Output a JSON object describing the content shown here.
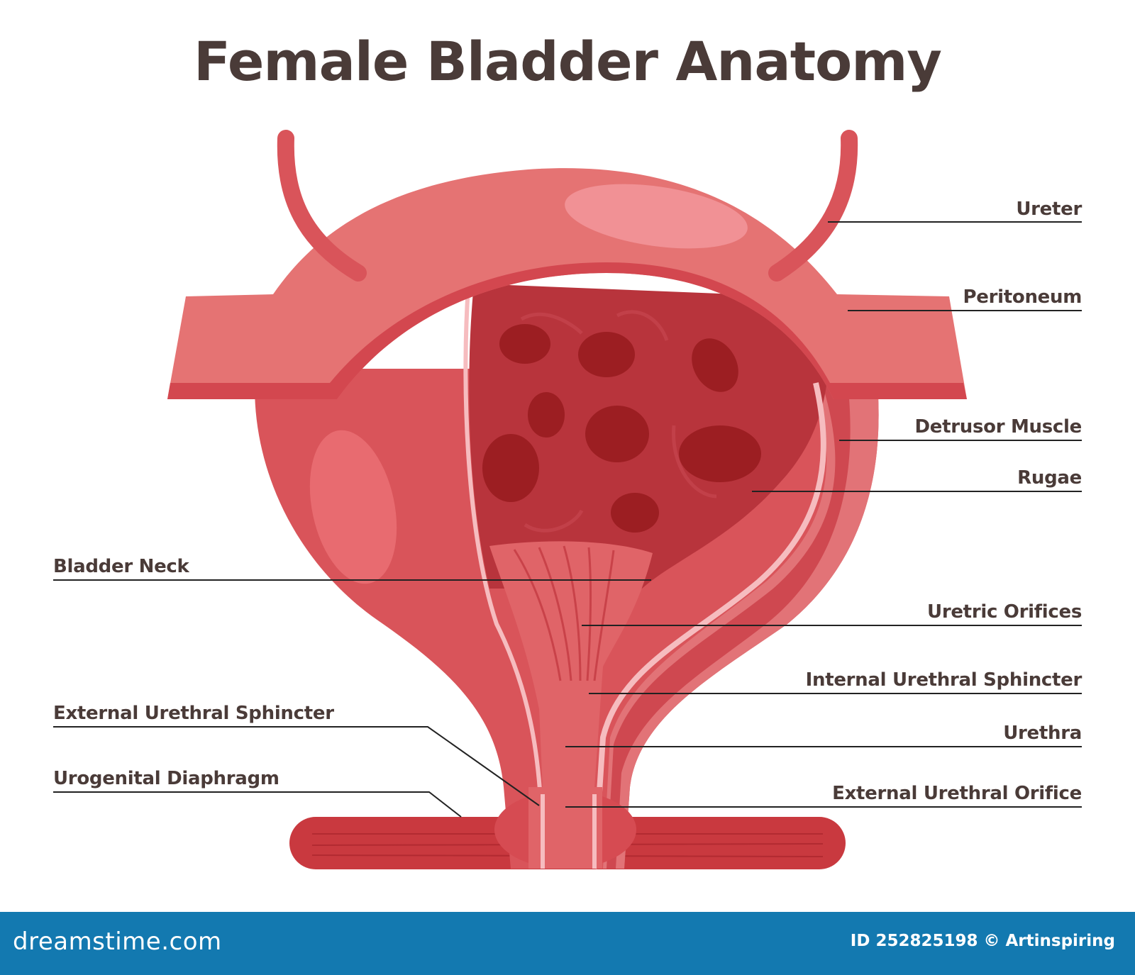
{
  "title": "Female Bladder Anatomy",
  "labels": {
    "ureter": "Ureter",
    "peritoneum": "Peritoneum",
    "detrusor_muscle": "Detrusor Muscle",
    "rugae": "Rugae",
    "bladder_neck": "Bladder Neck",
    "uretric_orifices": "Uretric Orifices",
    "internal_urethral_sphincter": "Internal Urethral Sphincter",
    "external_urethral_sphincter": "External Urethral Sphincter",
    "urethra": "Urethra",
    "urogenital_diaphragm": "Urogenital Diaphragm",
    "external_urethral_orifice": "External Urethral Orifice"
  },
  "footer": {
    "brand": "dreamstime.com",
    "credit": "ID 252825198 © Artinspiring"
  },
  "colors": {
    "title_text": "#4a3b38",
    "footer_bg": "#1379b0",
    "tissue_light": "#e57373",
    "tissue_mid": "#d9545a",
    "tissue_dark": "#b8343c",
    "rugae": "#9c1e22"
  }
}
